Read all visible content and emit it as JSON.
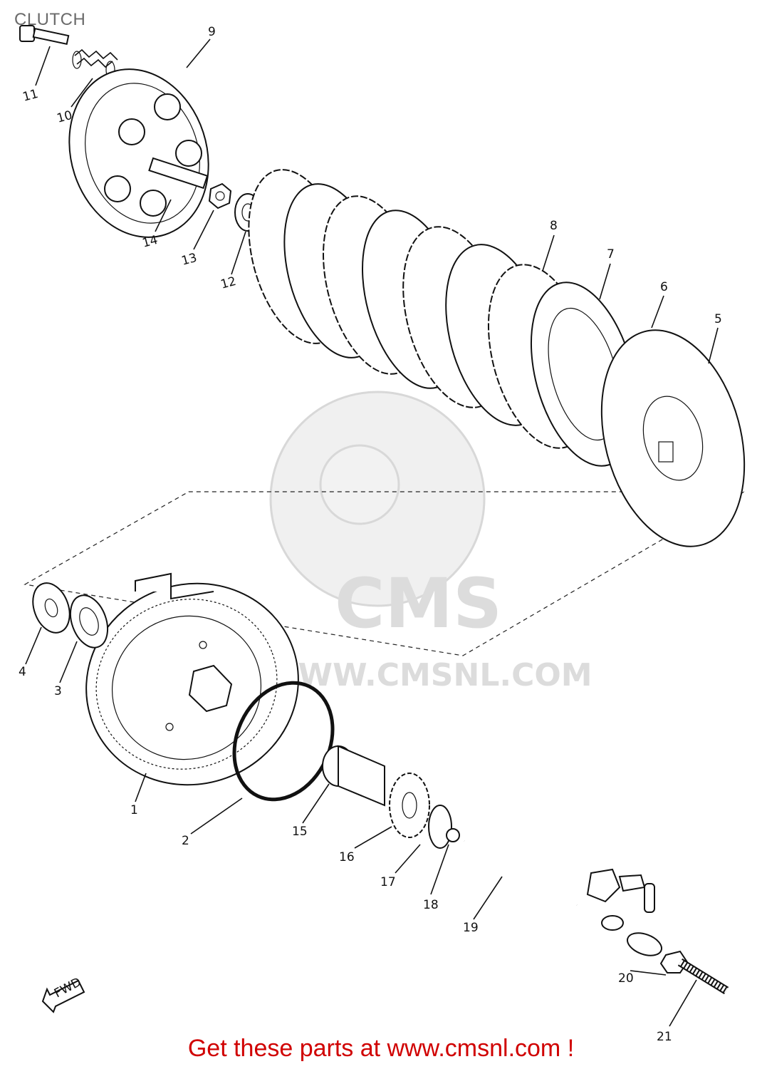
{
  "title": "CLUTCH",
  "watermark": {
    "brand": "CMS",
    "url": "WWW.CMSNL.COM"
  },
  "fwd_label": "FWD",
  "parts": [
    {
      "id": "1",
      "label": "1"
    },
    {
      "id": "2",
      "label": "2"
    },
    {
      "id": "3",
      "label": "3"
    },
    {
      "id": "4",
      "label": "4"
    },
    {
      "id": "5",
      "label": "5"
    },
    {
      "id": "6",
      "label": "6"
    },
    {
      "id": "7",
      "label": "7"
    },
    {
      "id": "8",
      "label": "8"
    },
    {
      "id": "9",
      "label": "9"
    },
    {
      "id": "10",
      "label": "10"
    },
    {
      "id": "11",
      "label": "11"
    },
    {
      "id": "12",
      "label": "12"
    },
    {
      "id": "13",
      "label": "13"
    },
    {
      "id": "14",
      "label": "14"
    },
    {
      "id": "15",
      "label": "15"
    },
    {
      "id": "16",
      "label": "16"
    },
    {
      "id": "17",
      "label": "17"
    },
    {
      "id": "18",
      "label": "18"
    },
    {
      "id": "19",
      "label": "19"
    },
    {
      "id": "20",
      "label": "20"
    },
    {
      "id": "21",
      "label": "21"
    }
  ],
  "footer": "Get these parts at www.cmsnl.com !"
}
